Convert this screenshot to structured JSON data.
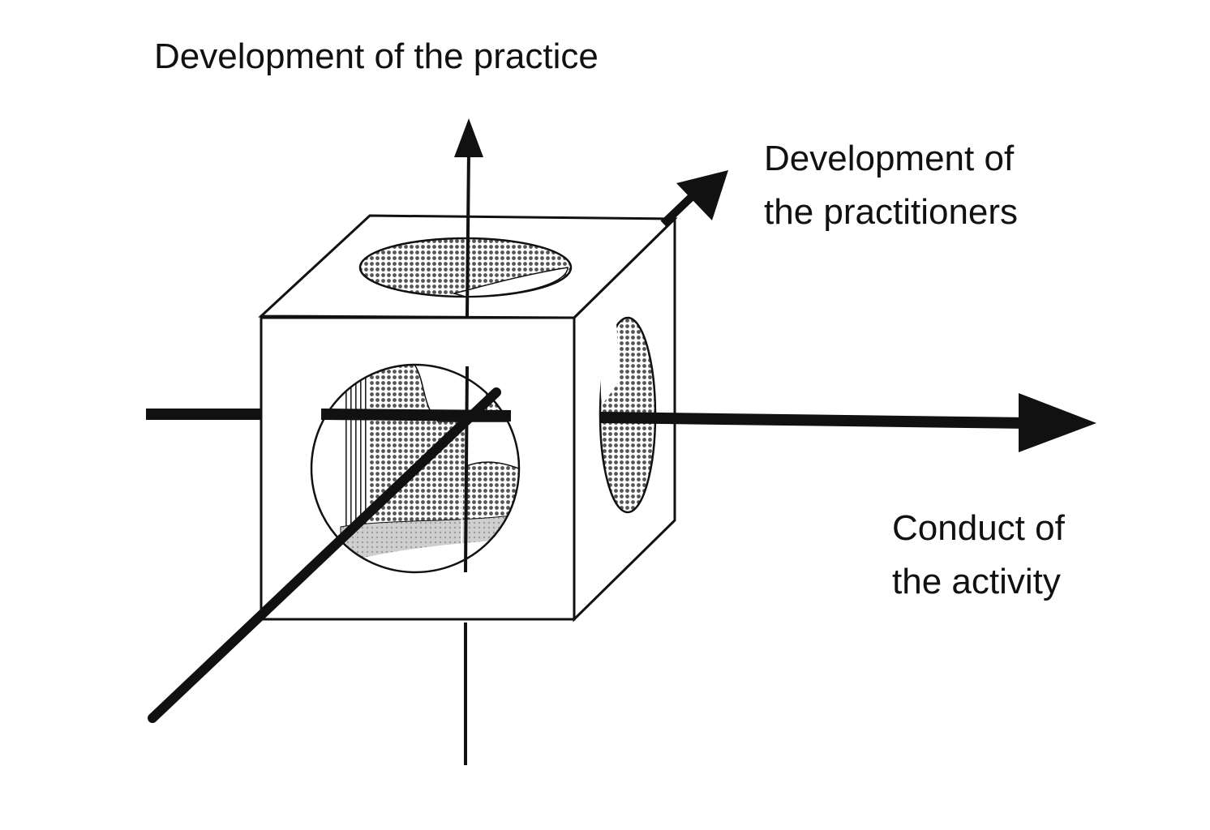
{
  "labels": {
    "vertical_axis": "Development of the practice",
    "diagonal_axis_line1": "Development of",
    "diagonal_axis_line2": "the practitioners",
    "horizontal_axis_line1": "Conduct of",
    "horizontal_axis_line2": "the activity"
  },
  "colors": {
    "ink": "#111111",
    "background": "#ffffff",
    "dot_pattern": "#555555",
    "light_fill": "#bdbdbd"
  }
}
